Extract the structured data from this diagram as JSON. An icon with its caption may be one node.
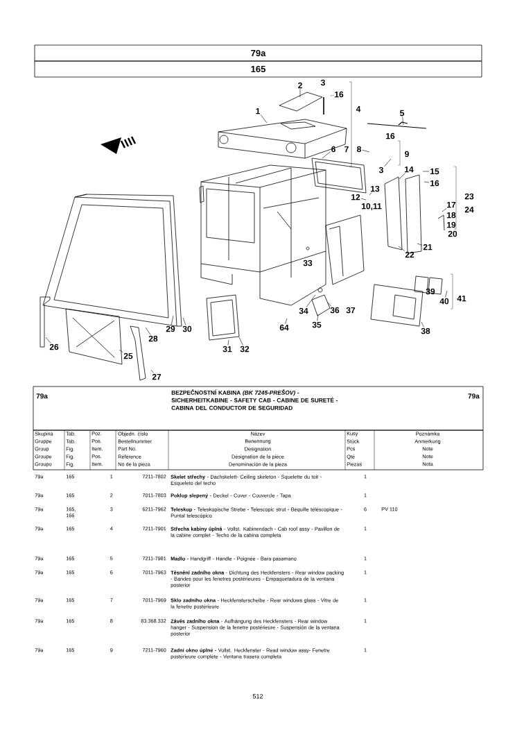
{
  "diagram": {
    "nodes": [
      {
        "text": [
          "79a"
        ]
      },
      {
        "text": [
          "165"
        ]
      },
      {
        "text": [
          "1"
        ]
      },
      {
        "text": [
          "2"
        ]
      },
      {
        "text": [
          "3"
        ]
      },
      {
        "text": [
          "16"
        ]
      },
      {
        "text": [
          "4"
        ]
      },
      {
        "text": [
          "5"
        ]
      },
      {
        "text": [
          "6"
        ]
      },
      {
        "text": [
          "7"
        ]
      },
      {
        "text": [
          "8"
        ]
      },
      {
        "text": [
          "16"
        ]
      },
      {
        "text": [
          "9"
        ]
      },
      {
        "text": [
          "3"
        ]
      },
      {
        "text": [
          "14"
        ]
      },
      {
        "text": [
          "15"
        ]
      },
      {
        "text": [
          "16"
        ]
      },
      {
        "text": [
          "13"
        ]
      },
      {
        "text": [
          "12"
        ]
      },
      {
        "text": [
          "10,11"
        ]
      },
      {
        "text": [
          "17"
        ]
      },
      {
        "text": [
          "18"
        ]
      },
      {
        "text": [
          "19"
        ]
      },
      {
        "text": [
          "20"
        ]
      },
      {
        "text": [
          "23"
        ]
      },
      {
        "text": [
          "24"
        ]
      },
      {
        "text": [
          "21"
        ]
      },
      {
        "text": [
          "22"
        ]
      },
      {
        "text": [
          "33"
        ]
      },
      {
        "text": [
          "39"
        ]
      },
      {
        "text": [
          "40"
        ]
      },
      {
        "text": [
          "41"
        ]
      },
      {
        "text": [
          "34"
        ]
      },
      {
        "text": [
          "36"
        ]
      },
      {
        "text": [
          "37"
        ]
      },
      {
        "text": [
          "35"
        ]
      },
      {
        "text": [
          "38"
        ]
      },
      {
        "text": [
          "64"
        ]
      },
      {
        "text": [
          "29"
        ]
      },
      {
        "text": [
          "30"
        ]
      },
      {
        "text": [
          "28"
        ]
      },
      {
        "text": [
          "31"
        ]
      },
      {
        "text": [
          "32"
        ]
      },
      {
        "text": [
          "26"
        ]
      },
      {
        "text": [
          "25"
        ]
      },
      {
        "text": [
          "27"
        ]
      }
    ],
    "edges": [
      {
        "from": 2,
        "to": null,
        "arrow": "none"
      },
      {
        "from": 3,
        "to": null,
        "arrow": "none"
      },
      {
        "from": 5,
        "to": null,
        "arrow": "none",
        "style": "dashed"
      },
      {
        "from": 7,
        "to": null,
        "arrow": "none"
      },
      {
        "from": 8,
        "to": null,
        "arrow": "none"
      },
      {
        "from": 10,
        "to": null,
        "arrow": "none"
      },
      {
        "from": 13,
        "to": null,
        "arrow": "none"
      },
      {
        "from": 14,
        "to": null,
        "arrow": "none"
      },
      {
        "from": 15,
        "to": null,
        "arrow": "none"
      },
      {
        "from": 16,
        "to": null,
        "arrow": "none"
      },
      {
        "from": 17,
        "to": null,
        "arrow": "none"
      },
      {
        "from": 18,
        "to": null,
        "arrow": "none"
      },
      {
        "from": 20,
        "to": null,
        "arrow": "none"
      },
      {
        "from": 26,
        "to": null,
        "arrow": "none"
      },
      {
        "from": 27,
        "to": null,
        "arrow": "none"
      },
      {
        "from": 30,
        "to": null,
        "arrow": "none"
      },
      {
        "from": 32,
        "to": null,
        "arrow": "none"
      },
      {
        "from": 33,
        "to": null,
        "arrow": "none"
      },
      {
        "from": 35,
        "to": null,
        "arrow": "none"
      },
      {
        "from": 36,
        "to": null,
        "arrow": "none"
      },
      {
        "from": 37,
        "to": null,
        "arrow": "none"
      },
      {
        "from": 38,
        "to": null,
        "arrow": "none"
      },
      {
        "from": 39,
        "to": null,
        "arrow": "none"
      },
      {
        "from": 40,
        "to": null,
        "arrow": "none"
      },
      {
        "from": 41,
        "to": null,
        "arrow": "none"
      },
      {
        "from": 42,
        "to": null,
        "arrow": "none"
      },
      {
        "from": 43,
        "to": null,
        "arrow": "none"
      },
      {
        "from": 44,
        "to": null,
        "arrow": "none"
      },
      {
        "from": 45,
        "to": null,
        "arrow": "none"
      }
    ],
    "labels": [
      "79a",
      "BEZPEČNOSTNÍ KABINA *(BK 7245-PREŠOV)* - SICHERHEITKABINE - SAFETY CAB - CABINE DE SURETÉ - CABINA DEL CONDUCTOR DE SEGURIDAD",
      "79a",
      "Skupina",
      "Tab.",
      "Poz.",
      "Objedn. číslo",
      "Název",
      "Kusy",
      "Poznámka",
      "Gruppe",
      "Tab.",
      "Pos.",
      "Bestellnummer",
      "Benennung",
      "Stück",
      "Anmerkung",
      "Group",
      "Fig.",
      "Item.",
      "Part No.",
      "Designation",
      "Pcs",
      "Note",
      "Groupe",
      "Fig.",
      "Pos.",
      "Référence",
      "Désignation de la pièce",
      "Qté",
      "Note",
      "Groupo",
      "Fig.",
      "Item.",
      "No de la pieza",
      "Denominación de la pieza",
      "Piezas",
      "Nota",
      "79a",
      "165",
      "1",
      "7211-7802",
      "**Skelet střechy** - Dachskelett- Ceiling skeleton - Squelette du toit - Esqueleto del techo",
      "1",
      "79a",
      "165",
      "2",
      "7011-7803",
      "**Poklop slepený** - Deckel - Cover - Couvercle - Tapa",
      "1",
      "79a",
      "165, 166",
      "3",
      "6211-7962",
      "**Teleskop** - Teleskopische Strebe - Telescopic strut - Béquille téléscopique - Puntal telescópico",
      "6",
      "PV 110",
      "79a",
      "165",
      "4",
      "7211-7901",
      "**Střecha kabiny úplná** - Vollst. Kabinendach - Cab roof assy - Pavillon de la cabine complet - Techo de la cabina completa",
      "1",
      "79a",
      "165",
      "5",
      "7211-7981",
      "**Madlo** - Handgriff - Handle - Poignée - Bara pasamano",
      "1",
      "79a",
      "165",
      "6",
      "7011-7963",
      "**Těsnění zadního okna** - Dichtung des Heckfensters - Rear window packing - Bandes pour les fenetres postérieures - Empaquetadura de la ventana posterior",
      "1",
      "79a",
      "165",
      "7",
      "7011-7969",
      "**Sklo zadního okna** - Heckfensterscheibe - Rear windows glass - Vitre de la fenetre postérieure",
      "1",
      "79a",
      "165",
      "8",
      "83.368.332",
      "**Závěs zadního okna** - Aufhängung des Heckfensters - Rear window hanger - Suspension de la fenetre postérieure - Suspensión de la ventana posterior",
      "1",
      "79a",
      "165",
      "9",
      "7211-7960",
      "**Zadní okno úplné** - Vollst. Heckfenster - Read window assy- Fenetre postérieure complète - Ventana trasera completa",
      "1",
      "512"
    ]
  }
}
